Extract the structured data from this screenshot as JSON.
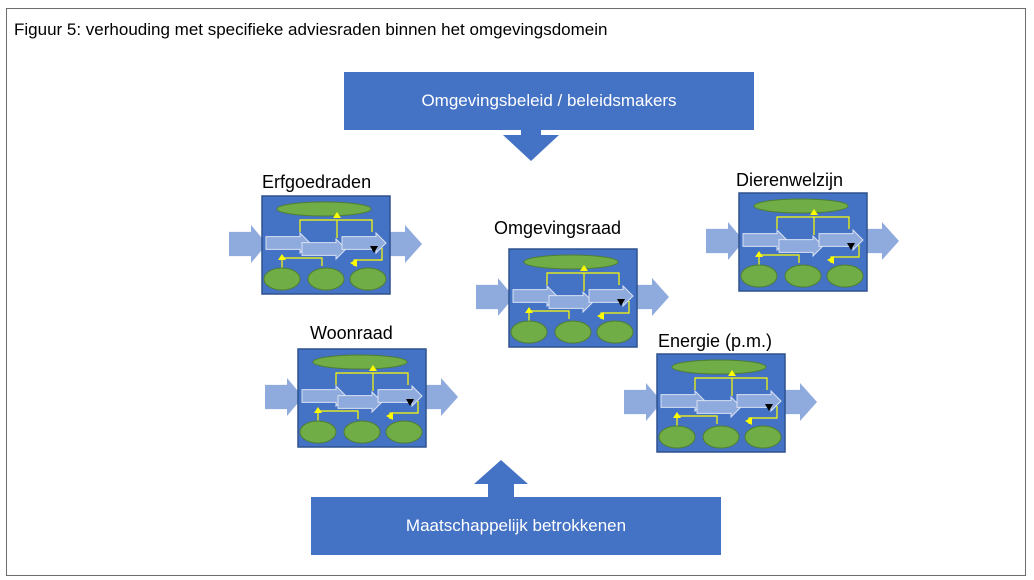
{
  "caption": "Figuur 5: verhouding met specifieke adviesraden binnen het omgevingsdomein",
  "top_box": {
    "label": "Omgevingsbeleid / beleidsmakers"
  },
  "bottom_box": {
    "label": "Maatschappelijk betrokkenen"
  },
  "panels": [
    {
      "id": "erfgoedraden",
      "title": "Erfgoedraden"
    },
    {
      "id": "omgevingsraad",
      "title": "Omgevingsraad"
    },
    {
      "id": "dierenwelzijn",
      "title": "Dierenwelzijn"
    },
    {
      "id": "woonraad",
      "title": "Woonraad"
    },
    {
      "id": "energie",
      "title": "Energie (p.m.)"
    }
  ],
  "colors": {
    "box_blue": "#4472c4",
    "panel_blue": "#4472c4",
    "arrow_light": "#8faadc",
    "ellipse_green": "#70ad47",
    "connector_yellow": "#ffff00"
  }
}
